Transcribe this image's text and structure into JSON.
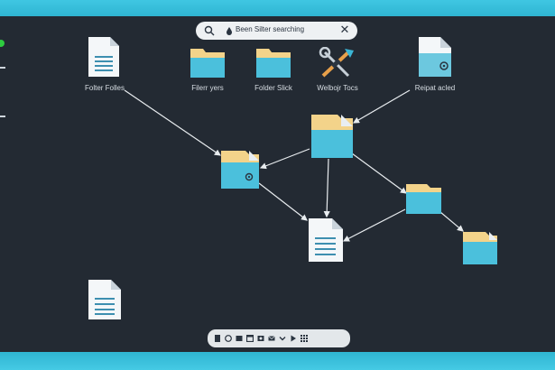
{
  "search": {
    "text": "Been Silter searching"
  },
  "desktop_icons": [
    {
      "name": "doc-file-icon",
      "label": "Folter Folles"
    },
    {
      "name": "folder-icon",
      "label": "Filerr yers"
    },
    {
      "name": "folder-icon",
      "label": "Folder Slick"
    },
    {
      "name": "tools-icon",
      "label": "Welbojr Tocs"
    },
    {
      "name": "doc-settings-icon",
      "label": "Reipat acled"
    }
  ],
  "dock": {
    "items": [
      "file-icon",
      "clock-icon",
      "image-icon",
      "window-icon",
      "photo-icon",
      "mail-icon",
      "chevron-down-icon",
      "play-icon",
      "grid-icon"
    ]
  },
  "colors": {
    "background": "#232a33",
    "frame": "#3bc3de",
    "folder_body": "#4bc0dc",
    "folder_tab": "#f3d38a",
    "document": "#f4f7f9",
    "lines": "#e8ecef"
  }
}
